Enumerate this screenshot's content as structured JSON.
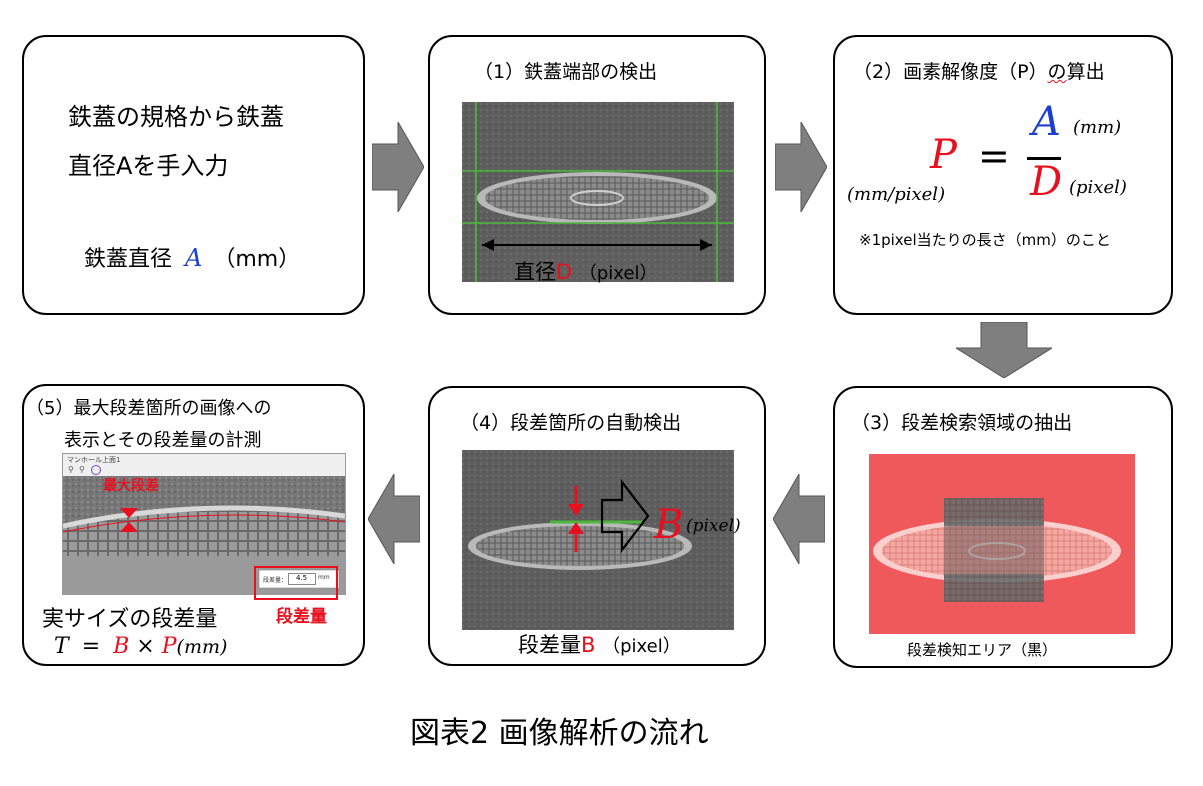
{
  "colors": {
    "blue": "#1a3fd0",
    "red": "#e8101e",
    "green_line": "#4cb83c",
    "arrow_fill": "#7f7f7f",
    "red_area": "#f0595c"
  },
  "step0": {
    "line1": "鉄蓋の規格から鉄蓋",
    "line2": "直径Aを手入力",
    "diam_label": "鉄蓋直径",
    "diam_var": "A",
    "diam_unit": "（mm）"
  },
  "step1": {
    "title": "（1）鉄蓋端部の検出",
    "label_prefix": "直径",
    "label_var": "D",
    "label_unit": "（pixel）"
  },
  "step2": {
    "title_part1": "（2）画素解像度（P）",
    "title_part2": "の",
    "title_part3": "算出",
    "P": "P",
    "equals": "=",
    "A": "A",
    "D": "D",
    "unit_P": "(mm/pixel)",
    "unit_A": "(mm)",
    "unit_D": "(pixel)",
    "note": "※1pixel当たりの長さ（mm）のこと"
  },
  "step3": {
    "title": "（3）段差検索領域の抽出",
    "caption": "段差検知エリア（黒）"
  },
  "step4": {
    "title": "（4）段差箇所の自動検出",
    "B": "B",
    "B_unit": "(pixel)",
    "label_prefix": "段差量",
    "label_var": "B",
    "label_unit": "（pixel）"
  },
  "step5": {
    "title_line1": "（5）最大段差箇所の画像への",
    "title_line2": "表示とその段差量の計測",
    "window_title": "マンホール上面1",
    "max_step_label": "最大段差",
    "measure_label": "段差量：",
    "measure_value": "4.5",
    "measure_unit": "mm",
    "step_amount_label": "段差量",
    "real_size_label": "実サイズの段差量",
    "formula_T": "T",
    "formula_eq": "=",
    "formula_B": "B",
    "formula_times": "×",
    "formula_P": "P",
    "formula_unit": "(mm)"
  },
  "caption": "図表2 画像解析の流れ",
  "icons": {
    "process_arrows": "block-arrow-icon"
  }
}
